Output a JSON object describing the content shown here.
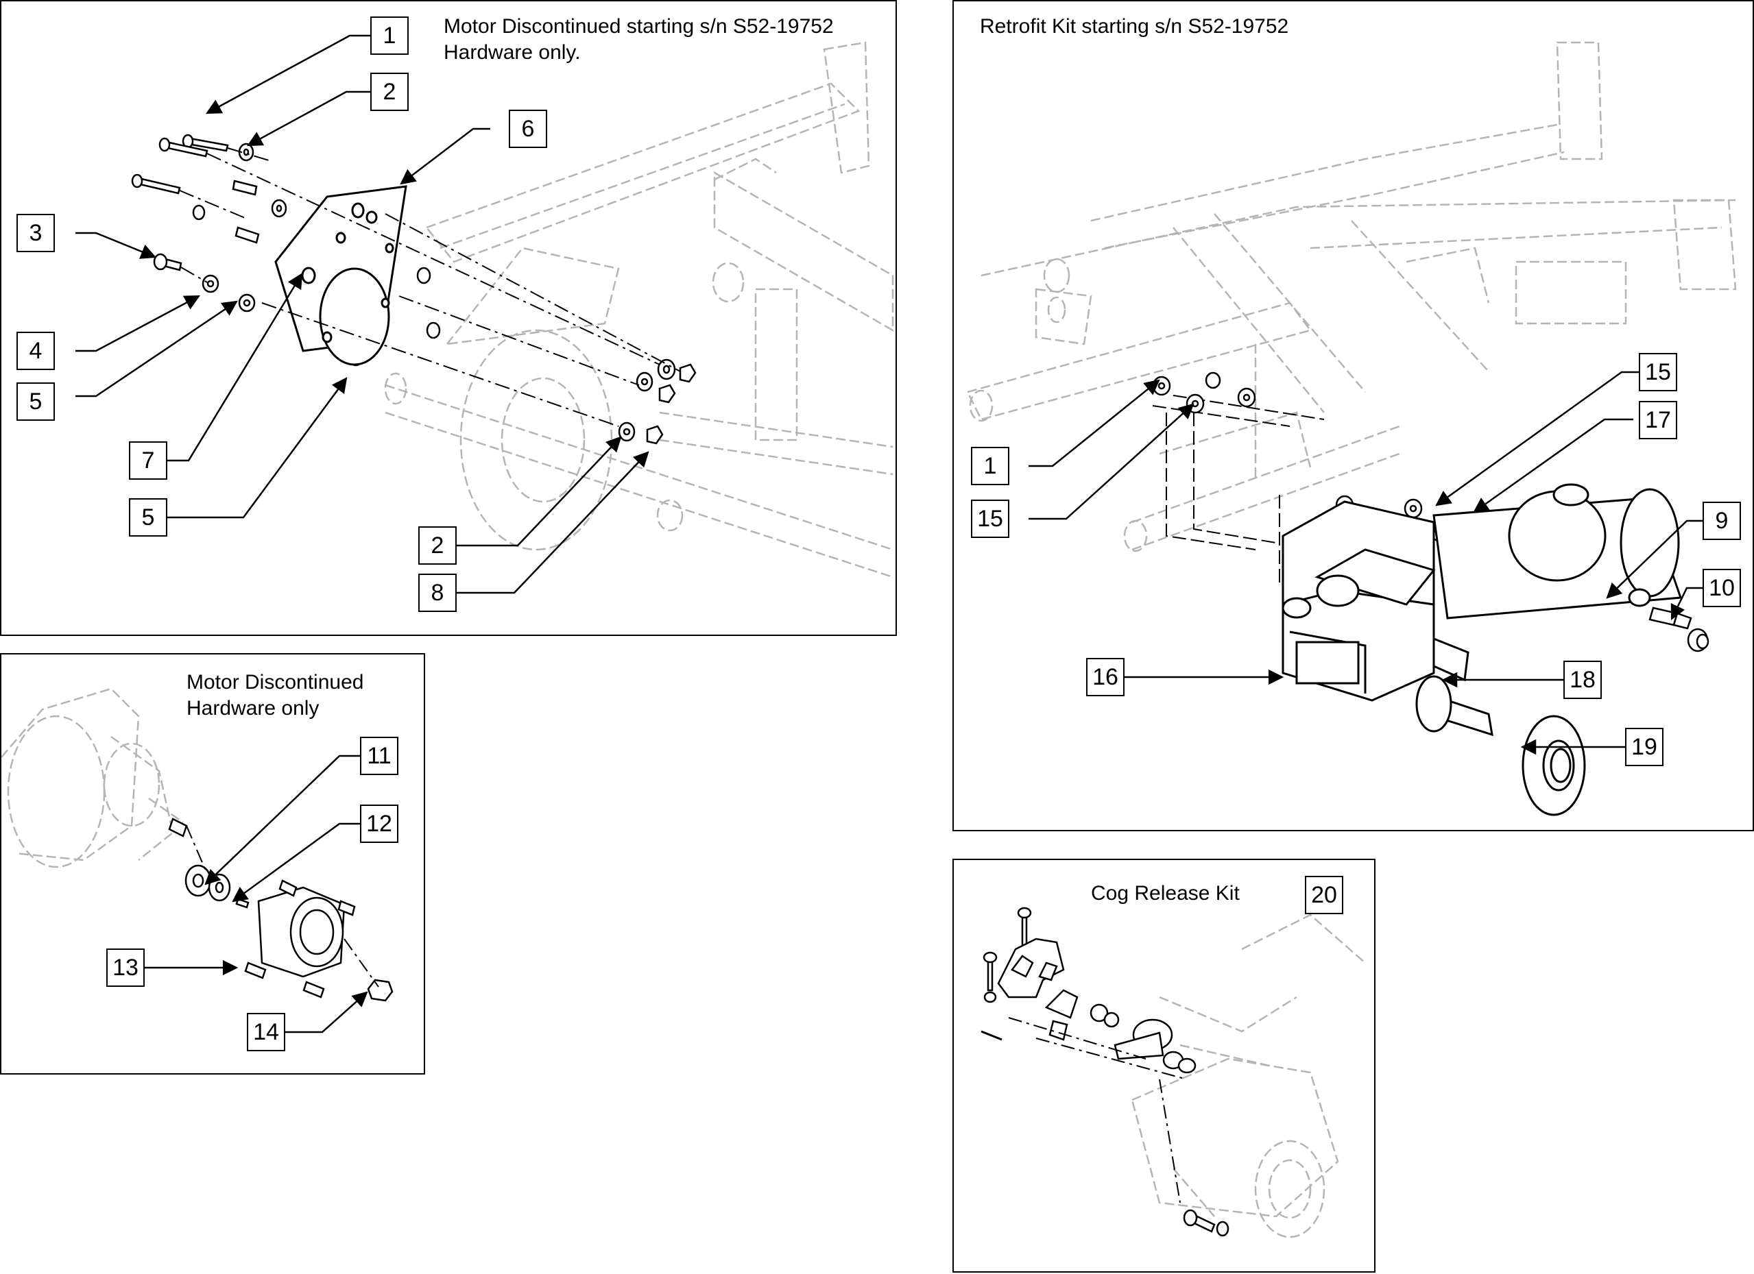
{
  "panels": {
    "motor_plate": {
      "title": "Motor Discontinued starting s/n S52-19752\nHardware only."
    },
    "retrofit_kit": {
      "title": "Retrofit Kit starting s/n S52-19752"
    },
    "motor_hub": {
      "title": "Motor Discontinued\nHardware only"
    },
    "cog_release": {
      "title": "Cog Release Kit"
    }
  },
  "callouts": {
    "p1": [
      "1",
      "2",
      "6",
      "3",
      "4",
      "5",
      "7",
      "5",
      "2",
      "8"
    ],
    "p2": [
      "15",
      "17",
      "1",
      "15",
      "9",
      "10",
      "16",
      "18",
      "19"
    ],
    "p3": [
      "11",
      "12",
      "13",
      "14"
    ],
    "p4": [
      "20"
    ]
  },
  "colors": {
    "line": "#000000",
    "ghost": "#b4b4b4",
    "box_border": "#000000"
  }
}
